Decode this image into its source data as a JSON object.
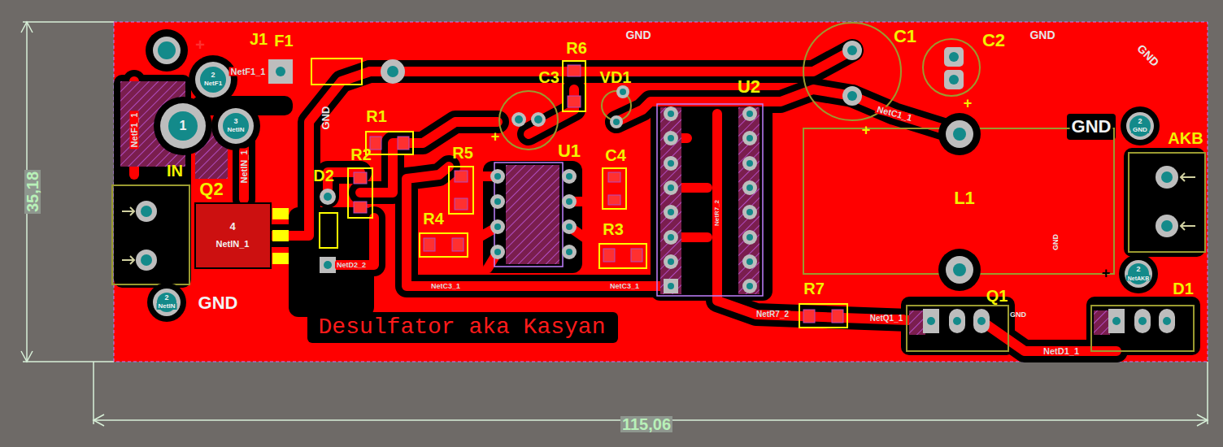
{
  "diagram": {
    "labels": [
      "35,18",
      "115,06",
      "J1",
      "F1",
      "+",
      "R6",
      "R1",
      "R2",
      "R5",
      "R4",
      "C4",
      "R3",
      "R7",
      "D2",
      "Q2",
      "C3",
      "VD1",
      "+",
      "U1",
      "U2",
      "C1",
      "C2",
      "+",
      "+",
      "L1",
      "+",
      "Q1",
      "D1",
      "AKB",
      "IN",
      "GND",
      "GND",
      "Desulfator aka Kasyan",
      "GND",
      "GND",
      "GND",
      "GND",
      "GND",
      "GND",
      "NetF1_1",
      "NetF1_1",
      "NetIN_1",
      "4",
      "NetIN_1",
      "1",
      "2",
      "NetF1",
      "3",
      "NetIN",
      "2",
      "NetIN",
      "2",
      "GND",
      "2",
      "NetAKB",
      "NetC1_1",
      "NetR7_2",
      "NetQ1_1",
      "NetD1_1",
      "NetC3_1",
      "NetC3_1",
      "NetD2_2",
      "NetR7_2"
    ]
  }
}
